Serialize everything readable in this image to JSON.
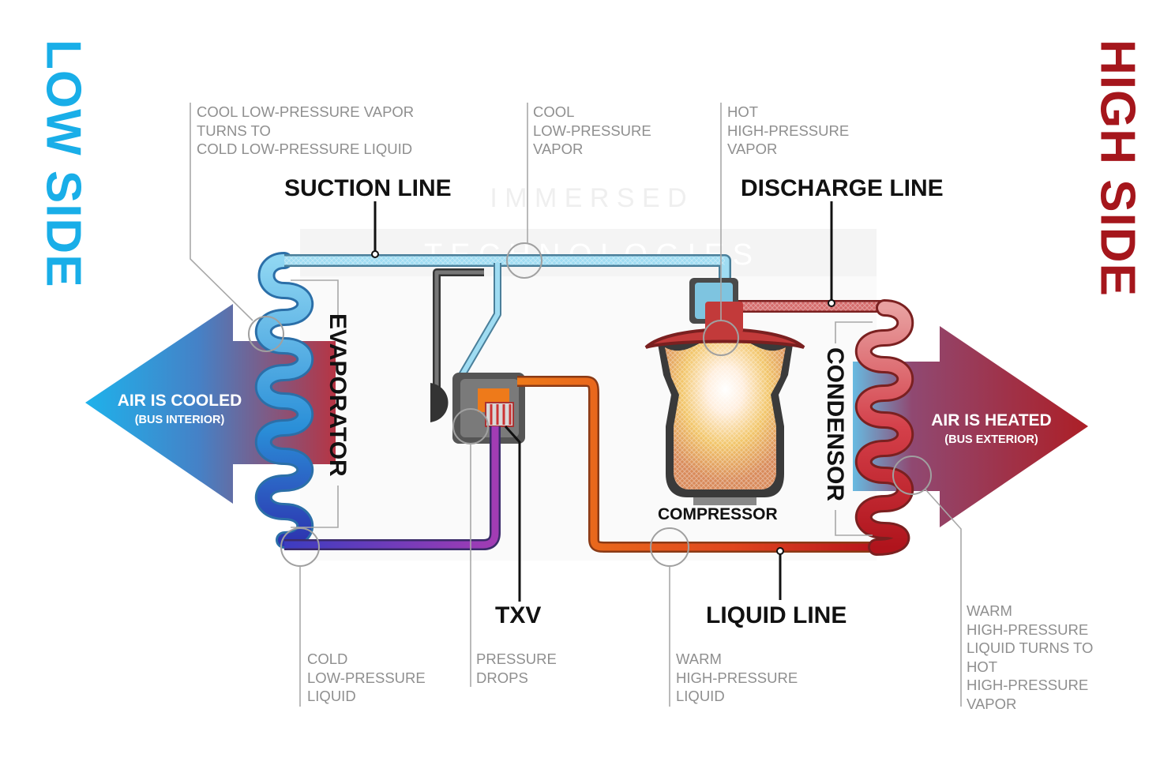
{
  "sides": {
    "low": {
      "label": "LOW SIDE",
      "color": "#19aee8"
    },
    "high": {
      "label": "HIGH SIDE",
      "color": "#a5161c"
    }
  },
  "notes": {
    "evap_top": [
      "COOL LOW-PRESSURE VAPOR",
      "TURNS TO",
      "COLD LOW-PRESSURE LIQUID"
    ],
    "suction_vapor": [
      "COOL",
      "LOW-PRESSURE",
      "VAPOR"
    ],
    "discharge_vapor": [
      "HOT",
      "HIGH-PRESSURE",
      "VAPOR"
    ],
    "cold_liquid": [
      "COLD",
      "LOW-PRESSURE",
      "LIQUID"
    ],
    "pressure_drops": [
      "PRESSURE",
      "DROPS"
    ],
    "warm_liquid": [
      "WARM",
      "HIGH-PRESSURE",
      "LIQUID"
    ],
    "condenser_note": [
      "WARM",
      "HIGH-PRESSURE",
      "LIQUID TURNS TO",
      "HOT",
      "HIGH-PRESSURE",
      "VAPOR"
    ]
  },
  "labels": {
    "suction_line": "SUCTION LINE",
    "discharge_line": "DISCHARGE LINE",
    "evaporator": "EVAPORATOR",
    "condensor": "CONDENSOR",
    "compressor": "COMPRESSOR",
    "txv": "TXV",
    "liquid_line": "LIQUID LINE"
  },
  "arrows": {
    "left": {
      "main": "AIR IS COOLED",
      "sub": "(BUS INTERIOR)"
    },
    "right": {
      "main": "AIR IS HEATED",
      "sub": "(BUS EXTERIOR)"
    }
  },
  "watermark": {
    "top": "I M M E R S E D",
    "bottom": "T E C H N O L O G I E S"
  },
  "colors": {
    "cold_blue": "#2aa8e0",
    "dark_blue": "#2b3fb0",
    "purple": "#9b3bb0",
    "orange": "#ee7a1a",
    "hot_red": "#b0161d",
    "callout_gray": "#9a9a9a"
  }
}
